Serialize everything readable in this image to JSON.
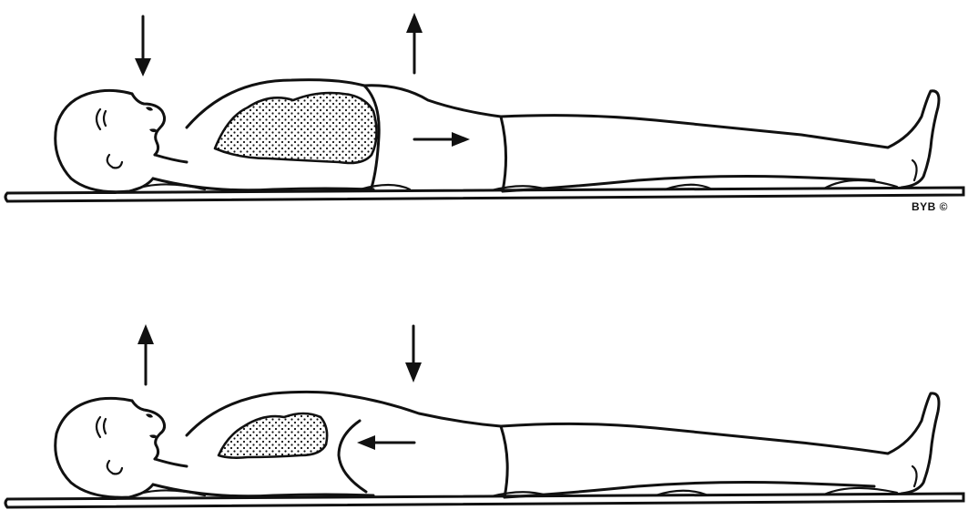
{
  "copyright_mark": "BYB ©",
  "figures": [
    {
      "phase": "inhalation",
      "lung": "expanded",
      "head_arrow": "down",
      "chest_arrow": "up",
      "belly_arrow": "right"
    },
    {
      "phase": "exhalation",
      "lung": "contracted",
      "head_arrow": "up",
      "chest_arrow": "down",
      "belly_arrow": "left"
    }
  ],
  "colors": {
    "ink": "#111111",
    "background": "#ffffff"
  }
}
